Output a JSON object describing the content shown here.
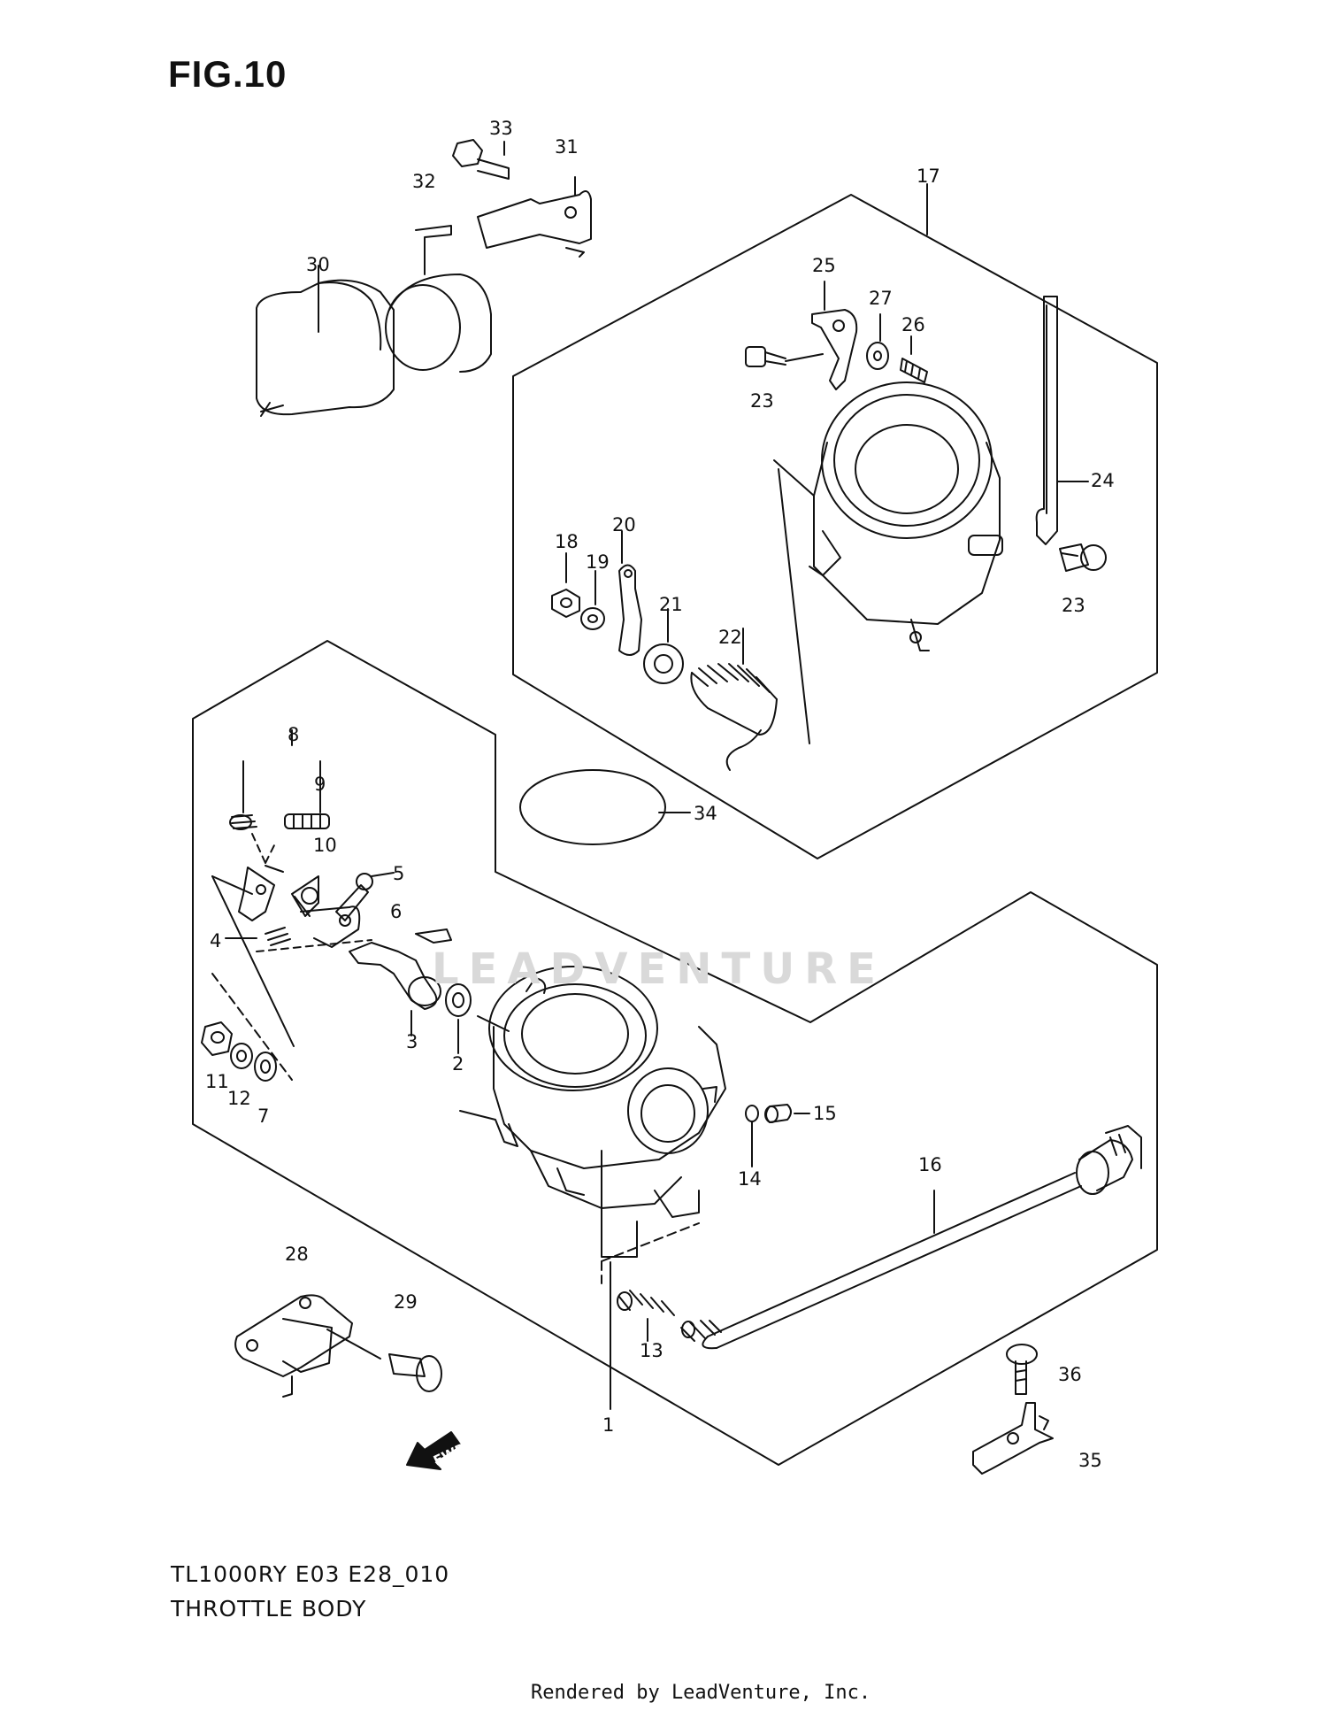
{
  "figure": {
    "title": "FIG.10",
    "model_code": "TL1000RY E03 E28_010",
    "assembly_name": "THROTTLE BODY",
    "rendered_by": "Rendered by LeadVenture, Inc.",
    "watermark": "LEADVENTURE",
    "direction_marker": "FWD"
  },
  "callouts": {
    "c1": "1",
    "c2": "2",
    "c3": "3",
    "c4": "4",
    "c5": "5",
    "c6": "6",
    "c7": "7",
    "c8": "8",
    "c9": "9",
    "c10": "10",
    "c11": "11",
    "c12": "12",
    "c13": "13",
    "c14": "14",
    "c15": "15",
    "c16": "16",
    "c17": "17",
    "c18": "18",
    "c19": "19",
    "c20": "20",
    "c21": "21",
    "c22": "22",
    "c23a": "23",
    "c23b": "23",
    "c24": "24",
    "c25": "25",
    "c26": "26",
    "c27": "27",
    "c28": "28",
    "c29": "29",
    "c30": "30",
    "c31": "31",
    "c32": "32",
    "c33": "33",
    "c34": "34",
    "c35": "35",
    "c36": "36"
  }
}
